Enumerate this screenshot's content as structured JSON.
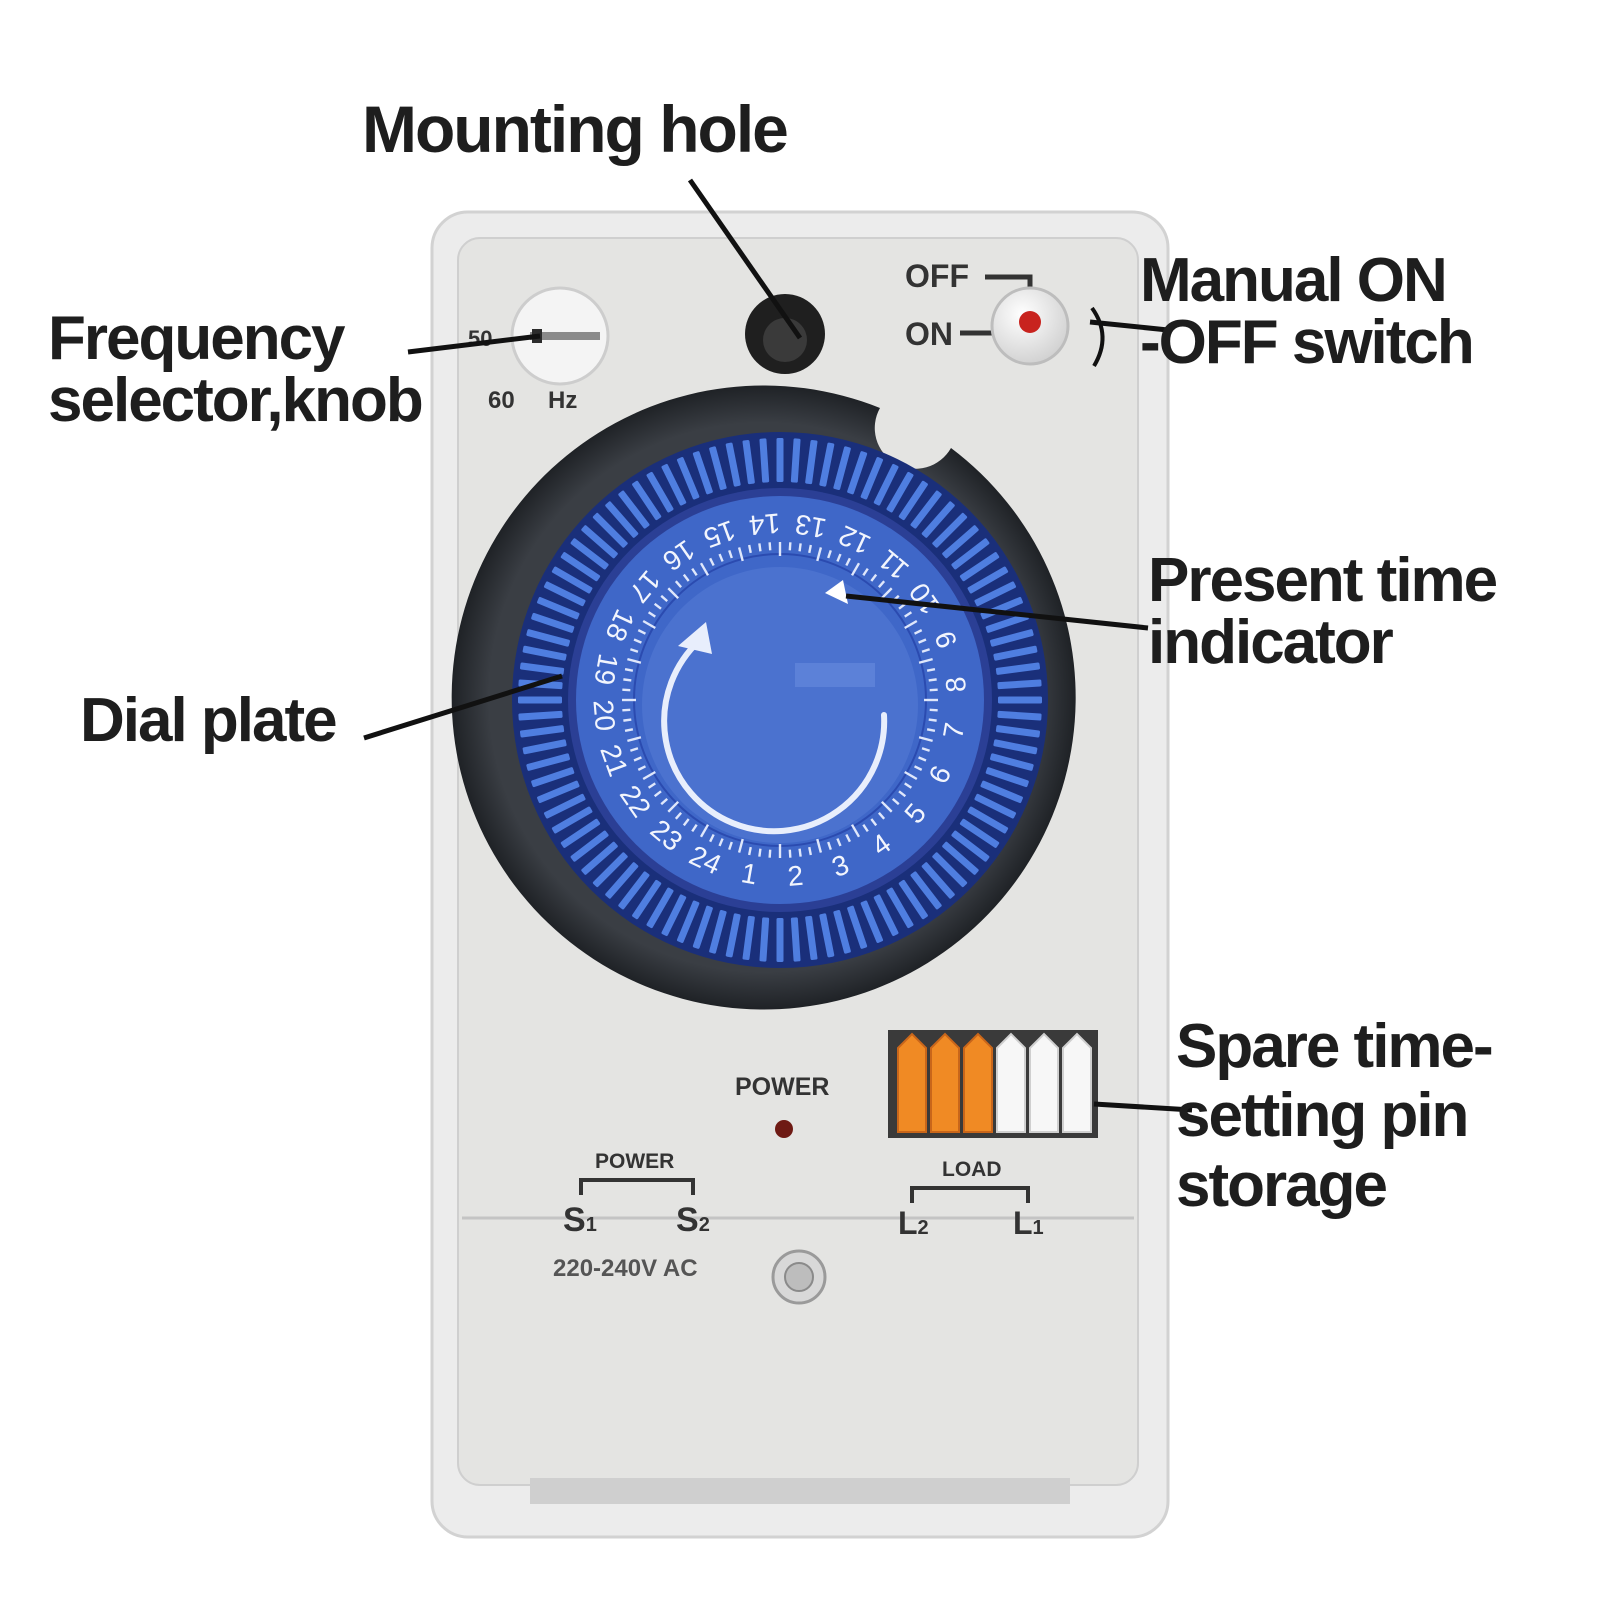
{
  "callouts": {
    "mounting_hole": "Mounting hole",
    "frequency_selector": [
      "Frequency",
      "selector,knob"
    ],
    "manual_switch": [
      "Manual ON",
      "-OFF switch"
    ],
    "present_time": [
      "Present time",
      "indicator"
    ],
    "dial_plate": "Dial plate",
    "spare_pins": [
      "Spare time-",
      "setting pin",
      "storage"
    ]
  },
  "device": {
    "freq_50": "50",
    "freq_60": "60",
    "freq_unit": "Hz",
    "off_label": "OFF",
    "on_label": "ON",
    "power_indicator": "POWER",
    "power_terminal": "POWER",
    "s1": "S",
    "s1_sub": "1",
    "s2": "S",
    "s2_sub": "2",
    "load_terminal": "LOAD",
    "l2": "L",
    "l2_sub": "2",
    "l1": "L",
    "l1_sub": "1",
    "voltage": "220-240V AC"
  },
  "dial": {
    "hours": [
      "1",
      "2",
      "3",
      "4",
      "5",
      "6",
      "7",
      "8",
      "9",
      "10",
      "11",
      "12",
      "13",
      "14",
      "15",
      "16",
      "17",
      "18",
      "19",
      "20",
      "21",
      "22",
      "23",
      "24"
    ]
  },
  "colors": {
    "housing": "#e4e4e2",
    "dial_blue": "#3f67c8",
    "dial_dark": "#1a2f7a",
    "bezel": "#2e3237",
    "pin_orange": "#f08a24",
    "pin_white": "#f7f7f7",
    "switch_red": "#c8231e"
  }
}
